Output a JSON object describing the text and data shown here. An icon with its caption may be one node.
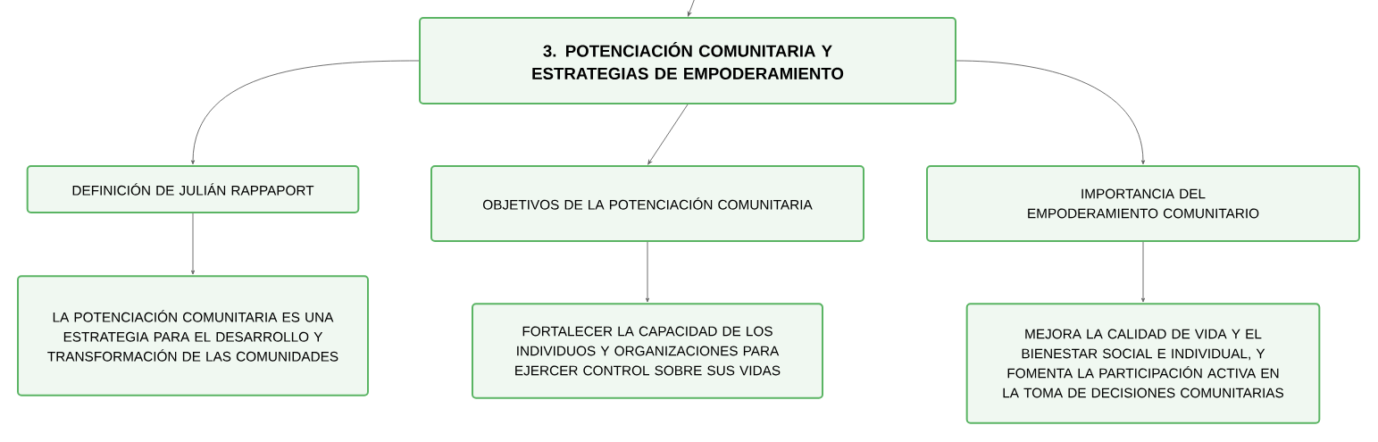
{
  "diagram": {
    "nodes": [
      {
        "text": [
          "3. POTENCIACIÓN COMUNITARIA Y ESTRATEGIAS DE EMPODERAMIENTO"
        ]
      },
      {
        "text": [
          "DEFINICIÓN DE JULIÁN RAPPAPORT"
        ]
      },
      {
        "text": [
          "OBJETIVOS DE LA POTENCIACIÓN COMUNITARIA"
        ]
      },
      {
        "text": [
          "IMPORTANCIA DEL EMPODERAMIENTO COMUNITARIO"
        ]
      },
      {
        "text": [
          "LA POTENCIACIÓN COMUNITARIA ES UNA ESTRATEGIA PARA EL DESARROLLO Y TRANSFORMACIÓN DE LAS COMUNIDADES"
        ]
      },
      {
        "text": [
          "FORTALECER LA CAPACIDAD DE LOS INDIVIDUOS Y ORGANIZACIONES PARA EJERCER CONTROL SOBRE SUS VIDAS"
        ]
      },
      {
        "text": [
          "MEJORA LA CALIDAD DE VIDA Y EL BIENESTAR SOCIAL E INDIVIDUAL, Y FOMENTA LA PARTICIPACIÓN ACTIVA EN LA TOMA DE DECISIONES COMUNITARIAS"
        ]
      }
    ],
    "edges": [
      {
        "from": null,
        "to": 0,
        "arrow": "to"
      },
      {
        "from": 0,
        "to": 1,
        "arrow": "to"
      },
      {
        "from": 0,
        "to": 2,
        "arrow": "to"
      },
      {
        "from": 0,
        "to": 3,
        "arrow": "to"
      },
      {
        "from": 1,
        "to": 4,
        "arrow": "to"
      },
      {
        "from": 2,
        "to": 5,
        "arrow": "to"
      },
      {
        "from": 3,
        "to": 6,
        "arrow": "to"
      }
    ]
  }
}
